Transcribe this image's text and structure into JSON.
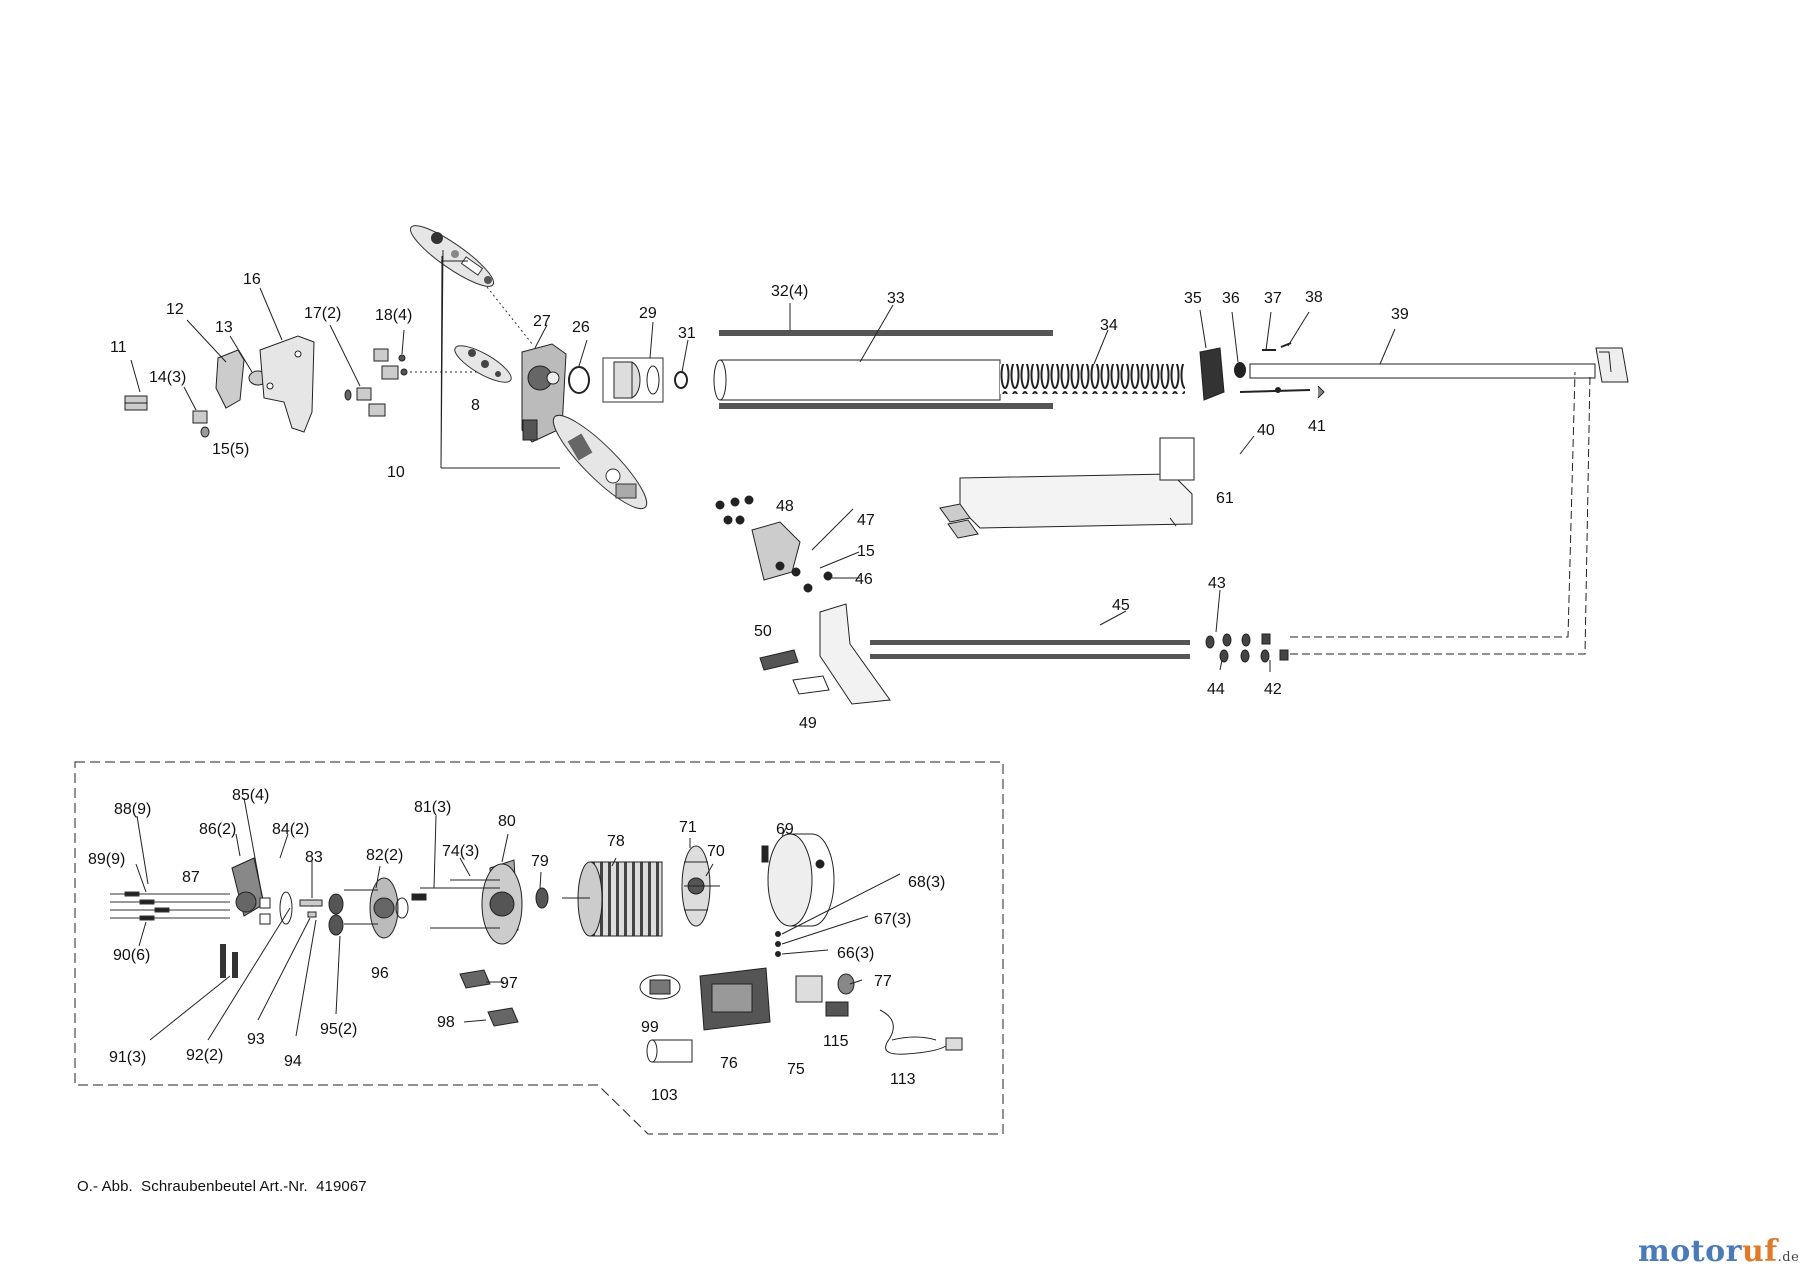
{
  "colors": {
    "line": "#222222",
    "part_fill": "#d8d8d8",
    "dark": "#333333",
    "brand_motor": "#4a7ab8",
    "brand_uf": "#e07a2a"
  },
  "labels": {
    "11": "11",
    "12": "12",
    "13": "13",
    "14": "14(3)",
    "15a": "15(5)",
    "16": "16",
    "17": "17(2)",
    "18": "18(4)",
    "8": "8",
    "10": "10",
    "26": "26",
    "27": "27",
    "29": "29",
    "31": "31",
    "32": "32(4)",
    "33": "33",
    "34": "34",
    "35": "35",
    "36": "36",
    "37": "37",
    "38": "38",
    "39": "39",
    "40": "40",
    "41": "41",
    "61": "61",
    "48": "48",
    "47": "47",
    "15b": "15",
    "46": "46",
    "43": "43",
    "45": "45",
    "44": "44",
    "42": "42",
    "50": "50",
    "49": "49",
    "88": "88(9)",
    "85": "85(4)",
    "86": "86(2)",
    "84": "84(2)",
    "89": "89(9)",
    "87": "87",
    "83": "83",
    "90": "90(6)",
    "91": "91(3)",
    "92": "92(2)",
    "93": "93",
    "94": "94",
    "95": "95(2)",
    "82": "82(2)",
    "96": "96",
    "81": "81(3)",
    "80": "80",
    "74": "74(3)",
    "79": "79",
    "78": "78",
    "71": "71",
    "70": "70",
    "69": "69",
    "68": "68(3)",
    "67": "67(3)",
    "66": "66(3)",
    "97": "97",
    "98": "98",
    "99": "99",
    "76": "76",
    "75": "75",
    "77": "77",
    "115": "115",
    "113": "113",
    "103": "103"
  },
  "footer": {
    "prefix": "O.- Abb.",
    "text": "Schraubenbeutel Art.-Nr.",
    "number": "419067"
  },
  "brand": {
    "name_a": "motor",
    "name_b": "uf",
    "tld": ".de"
  }
}
